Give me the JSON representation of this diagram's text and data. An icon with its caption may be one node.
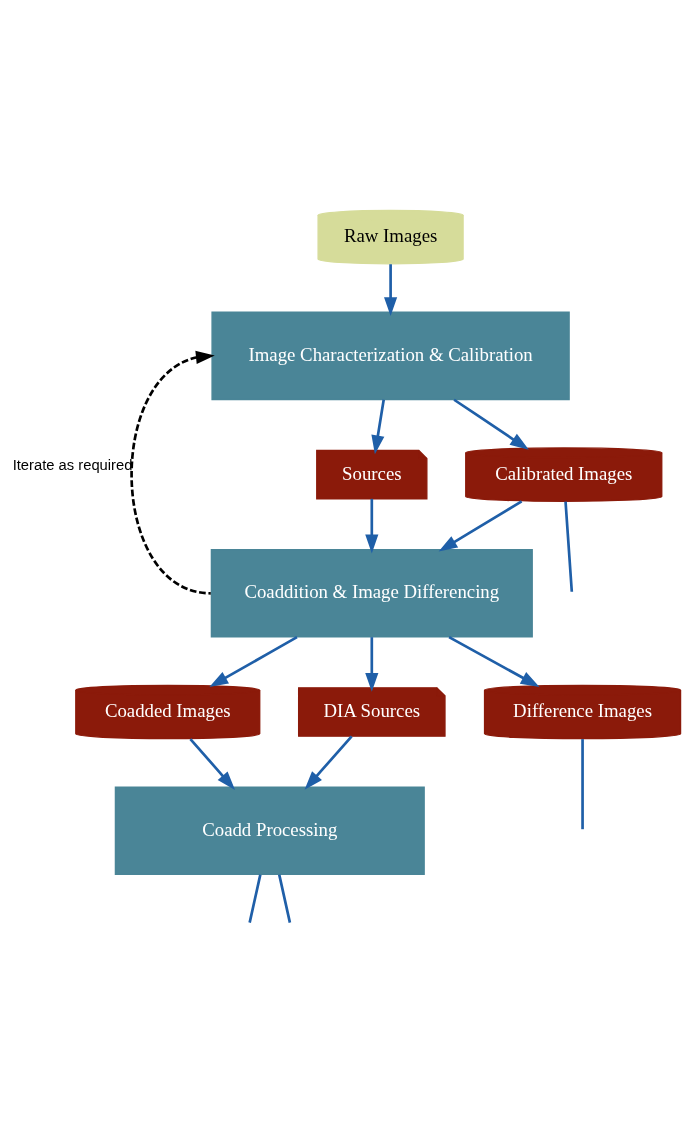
{
  "diagram": {
    "nodes": [
      {
        "text": [
          "Raw Images"
        ]
      },
      {
        "text": [
          "Image Characterization & Calibration"
        ]
      },
      {
        "text": [
          "Sources"
        ]
      },
      {
        "text": [
          "Calibrated Images"
        ]
      },
      {
        "text": [
          "Coaddition & Image Differencing"
        ]
      },
      {
        "text": [
          "Coadded Images"
        ]
      },
      {
        "text": [
          "DIA Sources"
        ]
      },
      {
        "text": [
          "Difference Images"
        ]
      },
      {
        "text": [
          "Coadd Processing"
        ]
      }
    ],
    "edges": [
      {
        "from": 0,
        "to": 1,
        "arrow": "to"
      },
      {
        "from": 1,
        "to": 2,
        "arrow": "to"
      },
      {
        "from": 1,
        "to": 3,
        "arrow": "to"
      },
      {
        "from": 2,
        "to": 4,
        "arrow": "to"
      },
      {
        "from": 3,
        "to": 4,
        "arrow": "to"
      },
      {
        "from": 4,
        "to": 1,
        "arrow": "to",
        "style": "dashed",
        "color": "#000000",
        "label": "Iterate as required"
      },
      {
        "from": 4,
        "to": 5,
        "arrow": "to"
      },
      {
        "from": 4,
        "to": 6,
        "arrow": "to"
      },
      {
        "from": 4,
        "to": 7,
        "arrow": "to"
      },
      {
        "from": 5,
        "to": 8,
        "arrow": "to"
      },
      {
        "from": 6,
        "to": 8,
        "arrow": "to"
      },
      {
        "from": 3,
        "to": null,
        "arrow": "none"
      },
      {
        "from": 7,
        "to": null,
        "arrow": "none"
      },
      {
        "from": 8,
        "to": null,
        "arrow": "none"
      },
      {
        "from": 8,
        "to": null,
        "arrow": "none"
      }
    ]
  }
}
